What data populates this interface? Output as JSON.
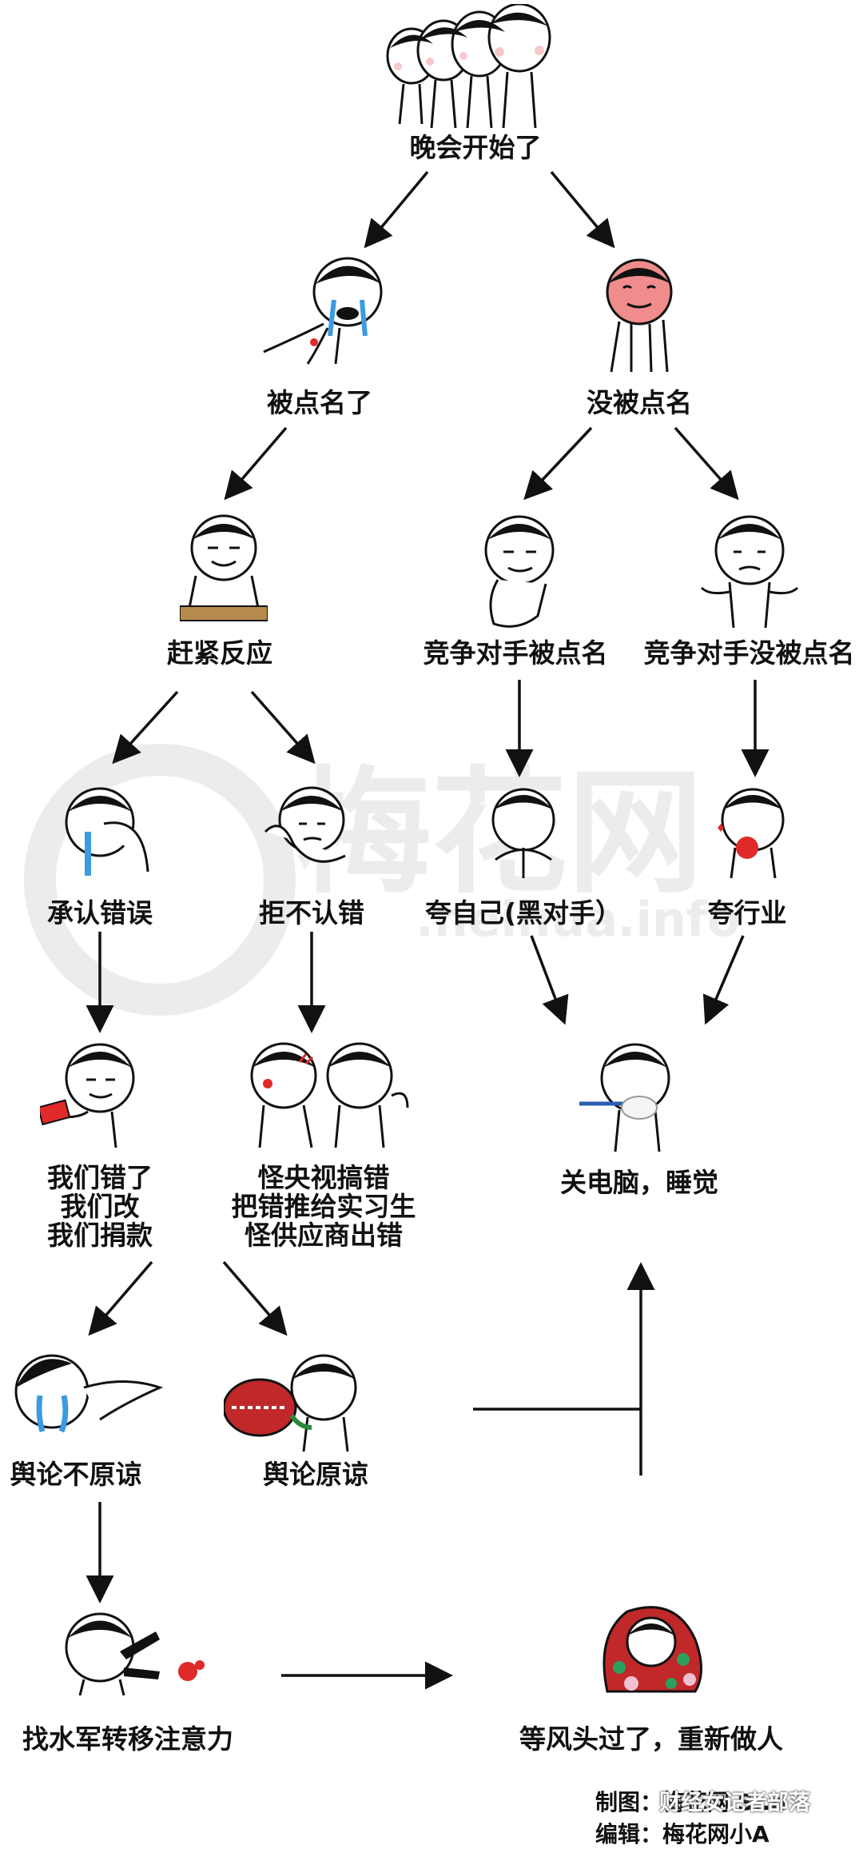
{
  "nodes": {
    "start": "晚会开始了",
    "named": "被点名了",
    "not_named": "没被点名",
    "react": "赶紧反应",
    "rival_named": "竞争对手被点名",
    "rival_not_named": "竞争对手没被点名",
    "admit": "承认错误",
    "deny": "拒不认错",
    "praise_self": "夸自己(黑对手）",
    "praise_industry": "夸行业",
    "admit_result": [
      "我们错了",
      "我们改",
      "我们捐款"
    ],
    "deny_result": [
      "怪央视搞错",
      "把错推给实习生",
      "怪供应商出错"
    ],
    "sleep": "关电脑，睡觉",
    "no_forgive": "舆论不原谅",
    "forgive": "舆论原谅",
    "troll": "找水军转移注意力",
    "restart": "等风头过了，重新做人"
  },
  "credits": {
    "made_by": "制图：梅花网 S..n",
    "editor": "编辑：梅花网小A",
    "overlay": "财经女记者部落"
  },
  "watermark": {
    "main": "梅花网",
    "url": ".neihua.info"
  },
  "colors": {
    "ink": "#111111",
    "tear": "#3b9be0",
    "blush": "#f4a6a6",
    "red": "#e02a2a",
    "pink_face": "#f08c8c",
    "watermark": "#e8e8e8"
  }
}
